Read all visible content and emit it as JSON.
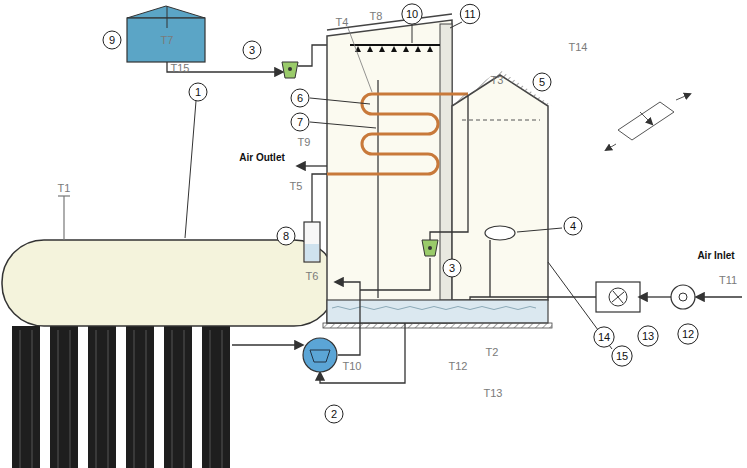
{
  "diagram": {
    "labels": [
      "T8",
      "10",
      "11",
      "9",
      "T7",
      "T4",
      "3",
      "T3",
      "T14",
      "6",
      "5",
      "7",
      "T9",
      "Air Outlet",
      "T5",
      "4",
      "15",
      "T15",
      "1",
      "T1",
      "8",
      "T6",
      "T12",
      "T2",
      "T10",
      "3",
      "T13",
      "Air Inlet",
      "14",
      "13",
      "12",
      "T11",
      "2"
    ]
  }
}
